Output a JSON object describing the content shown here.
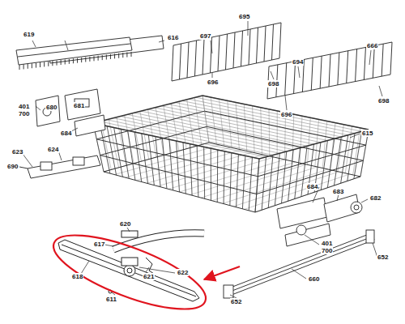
{
  "diagram": {
    "labels": [
      "619",
      "616",
      "697",
      "695",
      "666",
      "696",
      "698",
      "694",
      "698",
      "696",
      "401",
      "700",
      "680",
      "681",
      "684",
      "615",
      "623",
      "624",
      "690",
      "684",
      "683",
      "682",
      "620",
      "617",
      "618",
      "622",
      "401",
      "700",
      "652",
      "660",
      "621",
      "611",
      "652"
    ]
  }
}
